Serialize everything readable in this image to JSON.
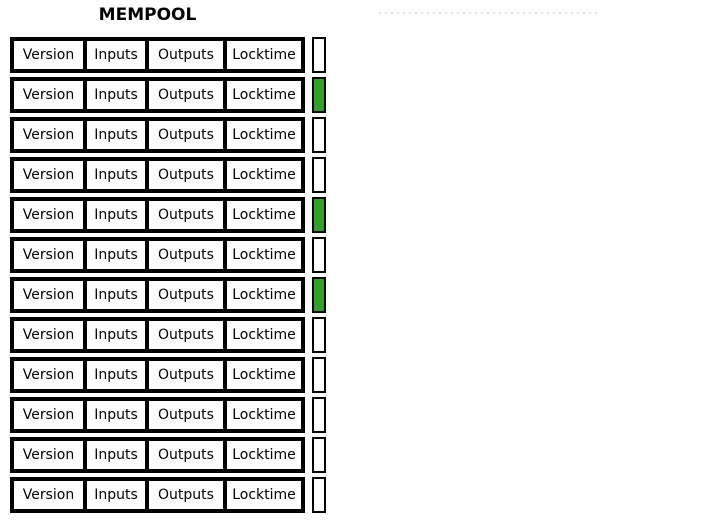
{
  "title": "MEMPOOL",
  "colors": {
    "flag_green": "#33a02c",
    "flag_white": "#ffffff",
    "border": "#000000",
    "dashed_line": "#dedede",
    "background": "#ffffff"
  },
  "transaction_fields": [
    "Version",
    "Inputs",
    "Outputs",
    "Locktime"
  ],
  "transactions": [
    {
      "index": 1,
      "flag": "white"
    },
    {
      "index": 2,
      "flag": "green"
    },
    {
      "index": 3,
      "flag": "white"
    },
    {
      "index": 4,
      "flag": "white"
    },
    {
      "index": 5,
      "flag": "green"
    },
    {
      "index": 6,
      "flag": "white"
    },
    {
      "index": 7,
      "flag": "green"
    },
    {
      "index": 8,
      "flag": "white"
    },
    {
      "index": 9,
      "flag": "white"
    },
    {
      "index": 10,
      "flag": "white"
    },
    {
      "index": 11,
      "flag": "white"
    },
    {
      "index": 12,
      "flag": "white"
    }
  ]
}
